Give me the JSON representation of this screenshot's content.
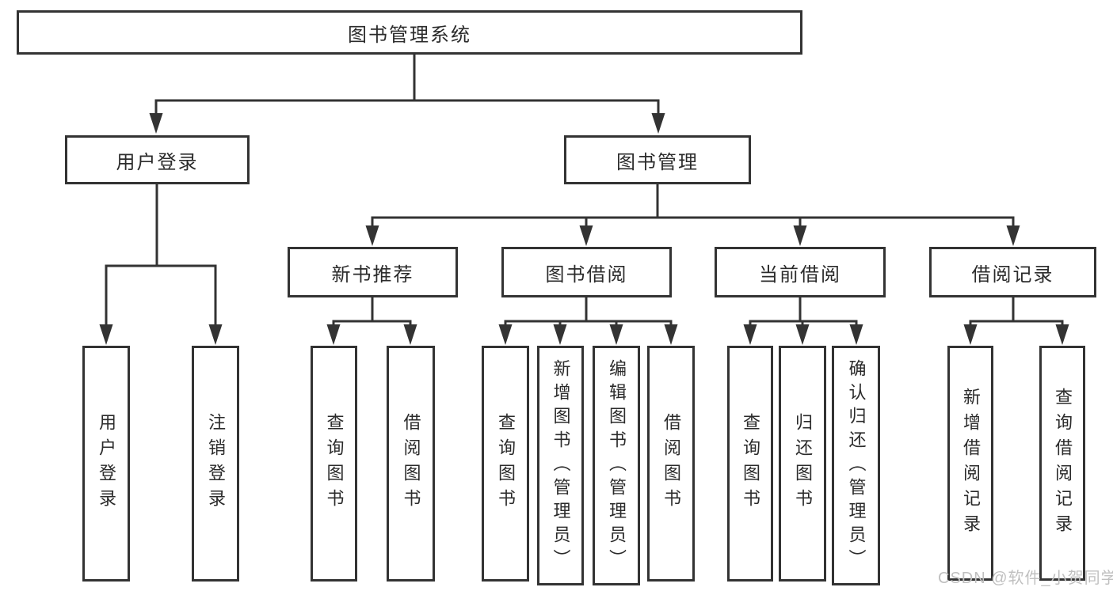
{
  "diagram_title": "图书管理系统",
  "tree": {
    "label": "图书管理系统",
    "children": [
      {
        "label": "用户登录",
        "children": [
          {
            "label": "用户登录"
          },
          {
            "label": "注销登录"
          }
        ]
      },
      {
        "label": "图书管理",
        "children": [
          {
            "label": "新书推荐",
            "children": [
              {
                "label": "查询图书"
              },
              {
                "label": "借阅图书"
              }
            ]
          },
          {
            "label": "图书借阅",
            "children": [
              {
                "label": "查询图书"
              },
              {
                "label": "新增图书（管理员）"
              },
              {
                "label": "编辑图书（管理员）"
              },
              {
                "label": "借阅图书"
              }
            ]
          },
          {
            "label": "当前借阅",
            "children": [
              {
                "label": "查询图书"
              },
              {
                "label": "归还图书"
              },
              {
                "label": "确认归还（管理员）"
              }
            ]
          },
          {
            "label": "借阅记录",
            "children": [
              {
                "label": "新增借阅记录"
              },
              {
                "label": "查询借阅记录"
              }
            ]
          }
        ]
      }
    ]
  },
  "watermark": {
    "text": "CSDN @软件_小贺同学",
    "color": "#c0c0c0"
  },
  "colors": {
    "line": "#333333",
    "box_border": "#333333",
    "text": "#2b2b2b",
    "background": "#ffffff"
  }
}
